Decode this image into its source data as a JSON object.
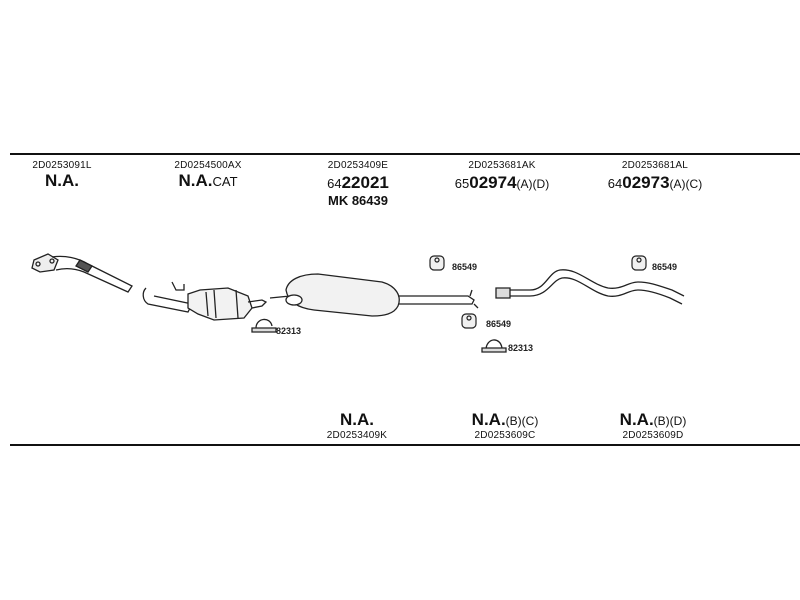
{
  "top_columns": [
    {
      "code": "2D0253091L",
      "name": "N.A.",
      "suffix": ""
    },
    {
      "code": "2D0254500AX",
      "name": "N.A.",
      "suffix": "CAT"
    },
    {
      "code": "2D0253409E",
      "prefix": "64",
      "part": "22021",
      "part_suffix": "",
      "mk": "MK 86439"
    },
    {
      "code": "2D0253681AK",
      "prefix": "65",
      "part": "02974",
      "part_suffix": "(A)(D)"
    },
    {
      "code": "2D0253681AL",
      "prefix": "64",
      "part": "02973",
      "part_suffix": "(A)(C)"
    }
  ],
  "bottom_columns": [
    {
      "name": "N.A.",
      "suffix": "",
      "code": "2D0253409K"
    },
    {
      "name": "N.A.",
      "suffix": "(B)(C)",
      "code": "2D0253609C"
    },
    {
      "name": "N.A.",
      "suffix": "(B)(D)",
      "code": "2D0253609D"
    }
  ],
  "part_labels": {
    "hanger_1": "86549",
    "hanger_2": "86549",
    "hanger_3": "86549",
    "clamp_1": "82313",
    "clamp_2": "82313"
  }
}
